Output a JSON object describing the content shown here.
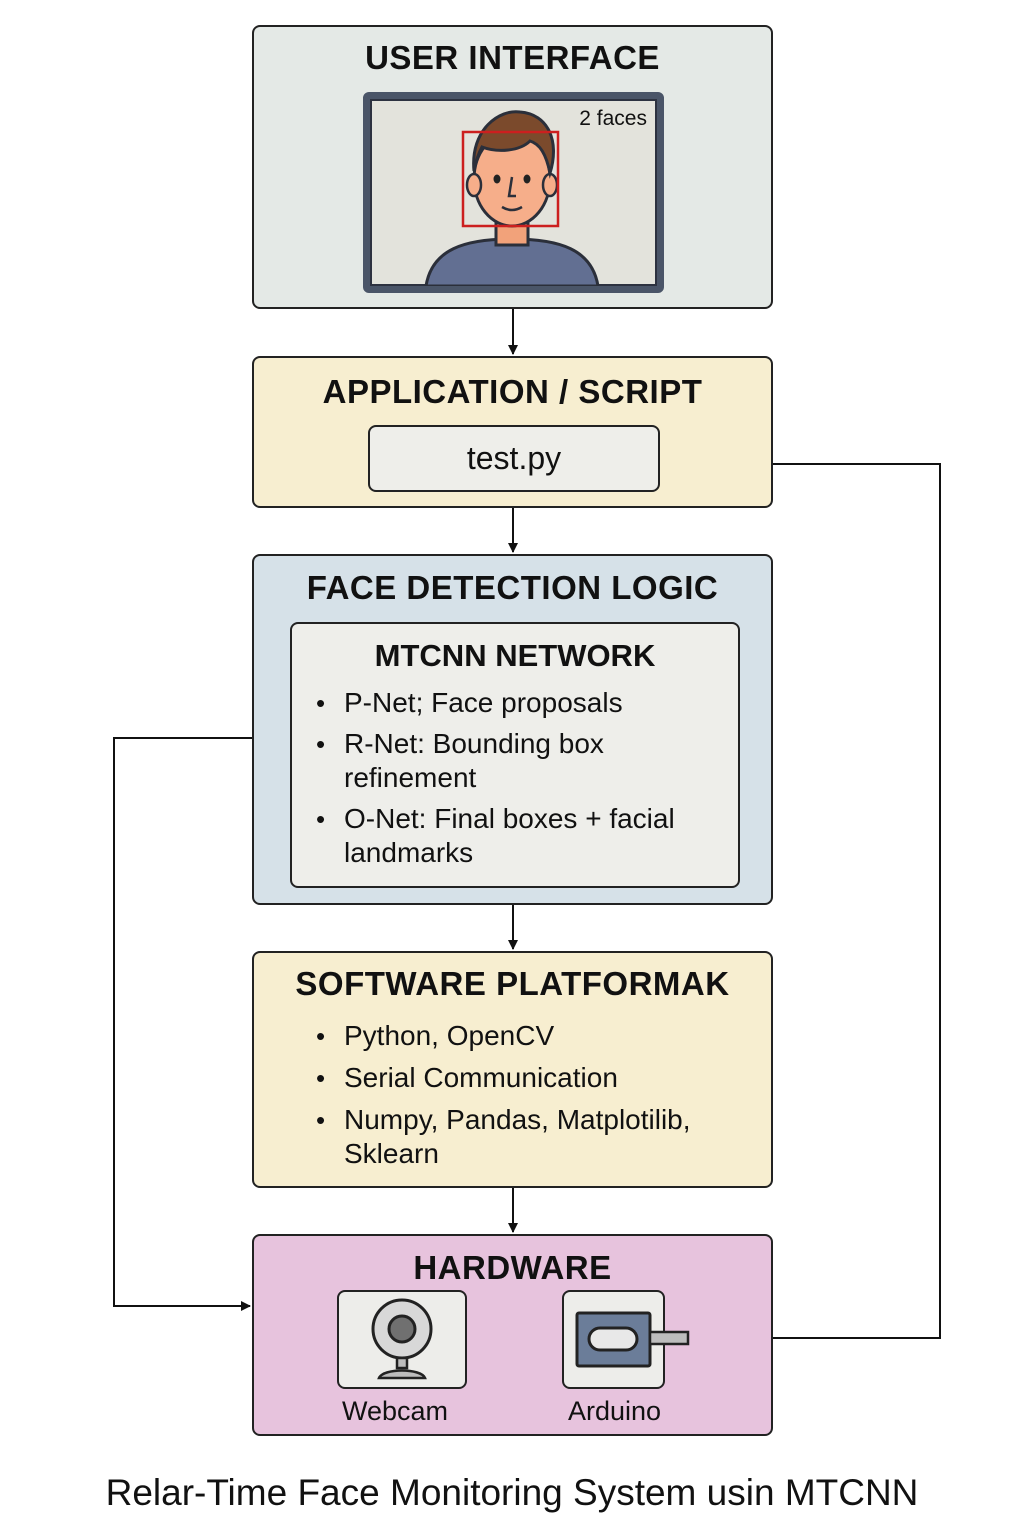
{
  "blocks": {
    "user_interface": {
      "title": "USER INTERFACE",
      "face_count_label": "2 faces",
      "bounding_box_color": "#cc1f1f"
    },
    "application": {
      "title": "APPLICATION / SCRIPT",
      "script_name": "test.py"
    },
    "face_detection": {
      "title": "FACE DETECTION LOGIC",
      "network_title": "MTCNN NETWORK",
      "items": [
        "P-Net; Face proposals",
        "R-Net: Bounding box refinement",
        "O-Net: Final boxes +  facial landmarks"
      ]
    },
    "software": {
      "title": "SOFTWARE PLATFORMAK",
      "items": [
        "Python, OpenCV",
        "Serial Communication",
        "Numpy, Pandas, Matplotilib, Sklearn"
      ]
    },
    "hardware": {
      "title": "HARDWARE",
      "devices": [
        {
          "label": "Webcam",
          "icon": "webcam-icon"
        },
        {
          "label": "Arduino",
          "icon": "arduino-icon"
        }
      ]
    }
  },
  "colors": {
    "user_interface_bg": "#e4e9e6",
    "application_bg": "#f7eed0",
    "face_detection_bg": "#d6e1e8",
    "software_bg": "#f7eed0",
    "hardware_bg": "#e7c3dd"
  },
  "caption": "Relar-Time Face Monitoring System usin MTCNN"
}
